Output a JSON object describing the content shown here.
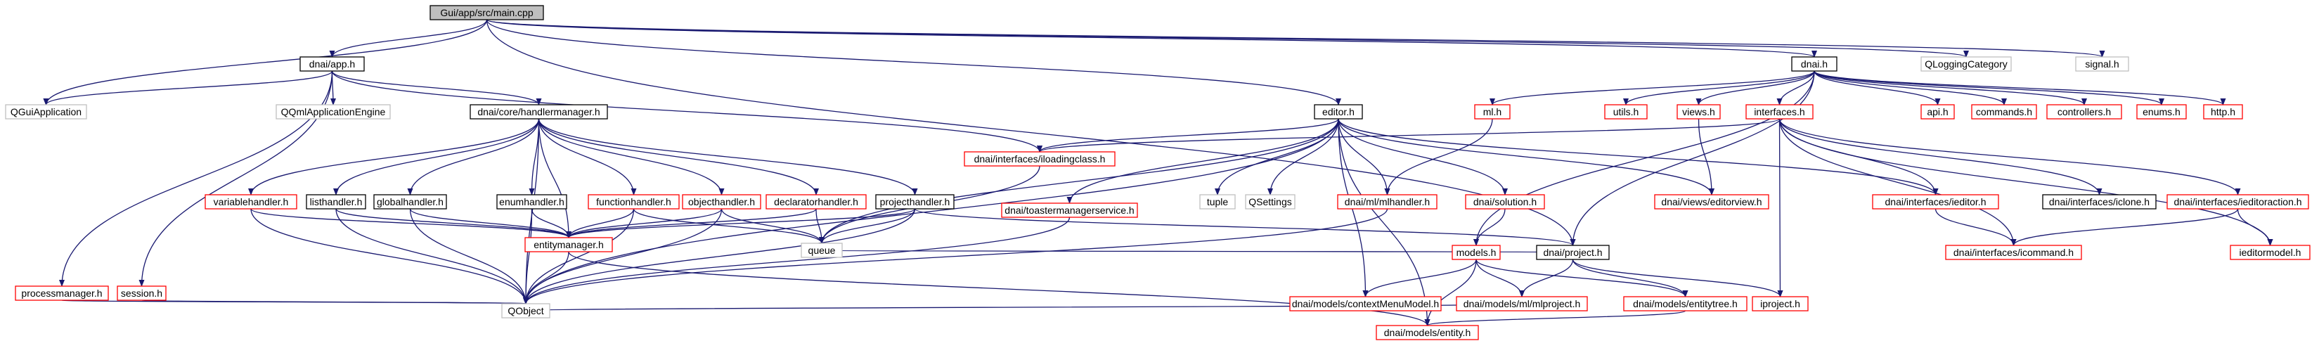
{
  "colors": {
    "edge": "#191970",
    "border_ok": "#000000",
    "border_missing": "#ff0000",
    "border_system": "#bfbfbf",
    "root_fill": "#bfbfbf",
    "node_fill": "#ffffff"
  },
  "nodes": {
    "main": {
      "label": "Gui/app/src/main.cpp",
      "kind": "root"
    },
    "app": {
      "label": "dnai/app.h",
      "kind": "ok"
    },
    "dnaih": {
      "label": "dnai.h",
      "kind": "ok"
    },
    "qloggingcategory": {
      "label": "QLoggingCategory",
      "kind": "system"
    },
    "signalh": {
      "label": "signal.h",
      "kind": "system"
    },
    "qguiapplication": {
      "label": "QGuiApplication",
      "kind": "system"
    },
    "qqmlappengine": {
      "label": "QQmlApplicationEngine",
      "kind": "system"
    },
    "handlermanager": {
      "label": "dnai/core/handlermanager.h",
      "kind": "ok"
    },
    "editorh": {
      "label": "editor.h",
      "kind": "ok"
    },
    "processmanager": {
      "label": "processmanager.h",
      "kind": "missing"
    },
    "session": {
      "label": "session.h",
      "kind": "missing"
    },
    "variablehandler": {
      "label": "variablehandler.h",
      "kind": "missing"
    },
    "listhandler": {
      "label": "listhandler.h",
      "kind": "ok"
    },
    "globalhandler": {
      "label": "globalhandler.h",
      "kind": "ok"
    },
    "enumhandler": {
      "label": "enumhandler.h",
      "kind": "ok"
    },
    "functionhandler": {
      "label": "functionhandler.h",
      "kind": "missing"
    },
    "objecthandler": {
      "label": "objecthandler.h",
      "kind": "missing"
    },
    "declaratorhandler": {
      "label": "declaratorhandler.h",
      "kind": "missing"
    },
    "projecthandler": {
      "label": "projecthandler.h",
      "kind": "ok"
    },
    "iloadingclass": {
      "label": "dnai/interfaces/iloadingclass.h",
      "kind": "missing"
    },
    "entitymanager": {
      "label": "entitymanager.h",
      "kind": "missing"
    },
    "queue": {
      "label": "queue",
      "kind": "system"
    },
    "qobject": {
      "label": "QObject",
      "kind": "system"
    },
    "tuple": {
      "label": "tuple",
      "kind": "system"
    },
    "qsettings": {
      "label": "QSettings",
      "kind": "system"
    },
    "mlh": {
      "label": "ml.h",
      "kind": "missing"
    },
    "mlhandler": {
      "label": "dnai/ml/mlhandler.h",
      "kind": "missing"
    },
    "solution": {
      "label": "dnai/solution.h",
      "kind": "missing"
    },
    "editorview": {
      "label": "dnai/views/editorview.h",
      "kind": "missing"
    },
    "toastermanager": {
      "label": "dnai/toastermanagerservice.h",
      "kind": "missing"
    },
    "modelsh": {
      "label": "models.h",
      "kind": "missing"
    },
    "projecth": {
      "label": "dnai/project.h",
      "kind": "ok"
    },
    "contextmenumodel": {
      "label": "dnai/models/contextMenuModel.h",
      "kind": "missing"
    },
    "mlproject": {
      "label": "dnai/models/ml/mlproject.h",
      "kind": "missing"
    },
    "entitytree": {
      "label": "dnai/models/entitytree.h",
      "kind": "missing"
    },
    "iproject": {
      "label": "iproject.h",
      "kind": "missing"
    },
    "entity": {
      "label": "dnai/models/entity.h",
      "kind": "missing"
    },
    "utils": {
      "label": "utils.h",
      "kind": "missing"
    },
    "views": {
      "label": "views.h",
      "kind": "missing"
    },
    "interfaces": {
      "label": "interfaces.h",
      "kind": "missing"
    },
    "api": {
      "label": "api.h",
      "kind": "missing"
    },
    "commands": {
      "label": "commands.h",
      "kind": "missing"
    },
    "controllers": {
      "label": "controllers.h",
      "kind": "missing"
    },
    "enums": {
      "label": "enums.h",
      "kind": "missing"
    },
    "http": {
      "label": "http.h",
      "kind": "missing"
    },
    "ieditor": {
      "label": "dnai/interfaces/ieditor.h",
      "kind": "missing"
    },
    "iclone": {
      "label": "dnai/interfaces/iclone.h",
      "kind": "ok"
    },
    "ieditoraction": {
      "label": "dnai/interfaces/ieditoraction.h",
      "kind": "missing"
    },
    "icommand": {
      "label": "dnai/interfaces/icommand.h",
      "kind": "missing"
    },
    "ieditormodel": {
      "label": "ieditormodel.h",
      "kind": "missing"
    }
  },
  "edges": [
    [
      "main",
      "app"
    ],
    [
      "main",
      "dnaih"
    ],
    [
      "main",
      "qloggingcategory"
    ],
    [
      "main",
      "signalh"
    ],
    [
      "main",
      "qguiapplication"
    ],
    [
      "main",
      "editorh"
    ],
    [
      "main",
      "projecth"
    ],
    [
      "app",
      "qguiapplication"
    ],
    [
      "app",
      "qqmlappengine"
    ],
    [
      "app",
      "handlermanager"
    ],
    [
      "app",
      "processmanager"
    ],
    [
      "app",
      "session"
    ],
    [
      "app",
      "iloadingclass"
    ],
    [
      "handlermanager",
      "variablehandler"
    ],
    [
      "handlermanager",
      "listhandler"
    ],
    [
      "handlermanager",
      "globalhandler"
    ],
    [
      "handlermanager",
      "enumhandler"
    ],
    [
      "handlermanager",
      "functionhandler"
    ],
    [
      "handlermanager",
      "objecthandler"
    ],
    [
      "handlermanager",
      "declaratorhandler"
    ],
    [
      "handlermanager",
      "projecthandler"
    ],
    [
      "handlermanager",
      "entitymanager"
    ],
    [
      "handlermanager",
      "qobject"
    ],
    [
      "variablehandler",
      "entitymanager"
    ],
    [
      "variablehandler",
      "qobject"
    ],
    [
      "listhandler",
      "entitymanager"
    ],
    [
      "listhandler",
      "qobject"
    ],
    [
      "globalhandler",
      "entitymanager"
    ],
    [
      "globalhandler",
      "qobject"
    ],
    [
      "enumhandler",
      "entitymanager"
    ],
    [
      "enumhandler",
      "qobject"
    ],
    [
      "functionhandler",
      "entitymanager"
    ],
    [
      "functionhandler",
      "queue"
    ],
    [
      "functionhandler",
      "qobject"
    ],
    [
      "objecthandler",
      "entitymanager"
    ],
    [
      "objecthandler",
      "queue"
    ],
    [
      "objecthandler",
      "qobject"
    ],
    [
      "declaratorhandler",
      "entitymanager"
    ],
    [
      "declaratorhandler",
      "queue"
    ],
    [
      "projecthandler",
      "entitymanager"
    ],
    [
      "projecthandler",
      "queue"
    ],
    [
      "projecthandler",
      "qobject"
    ],
    [
      "projecthandler",
      "projecth"
    ],
    [
      "entitymanager",
      "qobject"
    ],
    [
      "entitymanager",
      "entity"
    ],
    [
      "processmanager",
      "qobject"
    ],
    [
      "session",
      "qobject"
    ],
    [
      "iloadingclass",
      "queue"
    ],
    [
      "editorh",
      "iloadingclass"
    ],
    [
      "editorh",
      "tuple"
    ],
    [
      "editorh",
      "qsettings"
    ],
    [
      "editorh",
      "queue"
    ],
    [
      "editorh",
      "mlhandler"
    ],
    [
      "editorh",
      "solution"
    ],
    [
      "editorh",
      "editorview"
    ],
    [
      "editorh",
      "toastermanager"
    ],
    [
      "editorh",
      "ieditor"
    ],
    [
      "editorh",
      "contextmenumodel"
    ],
    [
      "editorh",
      "entity"
    ],
    [
      "editorh",
      "qobject"
    ],
    [
      "dnaih",
      "mlh"
    ],
    [
      "dnaih",
      "utils"
    ],
    [
      "dnaih",
      "views"
    ],
    [
      "dnaih",
      "interfaces"
    ],
    [
      "dnaih",
      "api"
    ],
    [
      "dnaih",
      "commands"
    ],
    [
      "dnaih",
      "controllers"
    ],
    [
      "dnaih",
      "enums"
    ],
    [
      "dnaih",
      "http"
    ],
    [
      "dnaih",
      "modelsh"
    ],
    [
      "dnaih",
      "projecth"
    ],
    [
      "mlh",
      "mlhandler"
    ],
    [
      "mlhandler",
      "qobject"
    ],
    [
      "solution",
      "modelsh"
    ],
    [
      "views",
      "editorview"
    ],
    [
      "toastermanager",
      "qobject"
    ],
    [
      "interfaces",
      "iloadingclass"
    ],
    [
      "interfaces",
      "ieditor"
    ],
    [
      "interfaces",
      "iclone"
    ],
    [
      "interfaces",
      "ieditoraction"
    ],
    [
      "interfaces",
      "icommand"
    ],
    [
      "interfaces",
      "ieditormodel"
    ],
    [
      "interfaces",
      "iproject"
    ],
    [
      "ieditor",
      "icommand"
    ],
    [
      "ieditoraction",
      "icommand"
    ],
    [
      "ieditoraction",
      "ieditormodel"
    ],
    [
      "modelsh",
      "contextmenumodel"
    ],
    [
      "modelsh",
      "mlproject"
    ],
    [
      "modelsh",
      "entitytree"
    ],
    [
      "modelsh",
      "entity"
    ],
    [
      "projecth",
      "mlproject"
    ],
    [
      "projecth",
      "entitytree"
    ],
    [
      "projecth",
      "iproject"
    ],
    [
      "projecth",
      "queue"
    ],
    [
      "mlproject",
      "qobject"
    ],
    [
      "entitytree",
      "entity"
    ]
  ]
}
